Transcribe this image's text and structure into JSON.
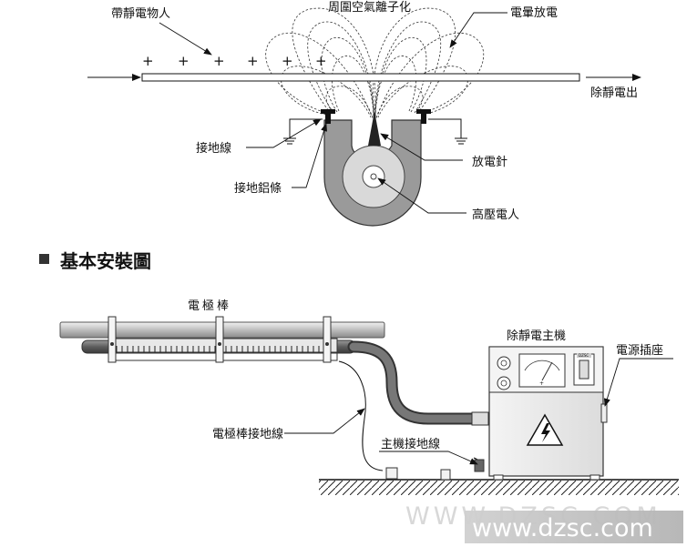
{
  "top_diagram": {
    "charged_object": "帶靜電物人",
    "surrounding_ions": "周圍空氣離子化",
    "corona_discharge": "電暈放電",
    "static_removed": "除靜電出",
    "ground_wire": "接地線",
    "ground_aluminum_bar": "接地鋁條",
    "discharge_needle": "放電針",
    "high_voltage_input": "高壓電人",
    "plus_signs": [
      "+",
      "+",
      "+",
      "+",
      "+",
      "+"
    ]
  },
  "section_title": "基本安裝圖",
  "install_diagram": {
    "electrode_bar": "電極棒",
    "main_unit": "除靜電主機",
    "power_socket": "電源插座",
    "electrode_ground_wire": "電極棒接地線",
    "main_unit_ground_wire": "主機接地線",
    "panel_small_text": "DZSC"
  },
  "watermark": {
    "faint": "WWW.DZSC.COM",
    "site": "www.dzsc.com"
  }
}
